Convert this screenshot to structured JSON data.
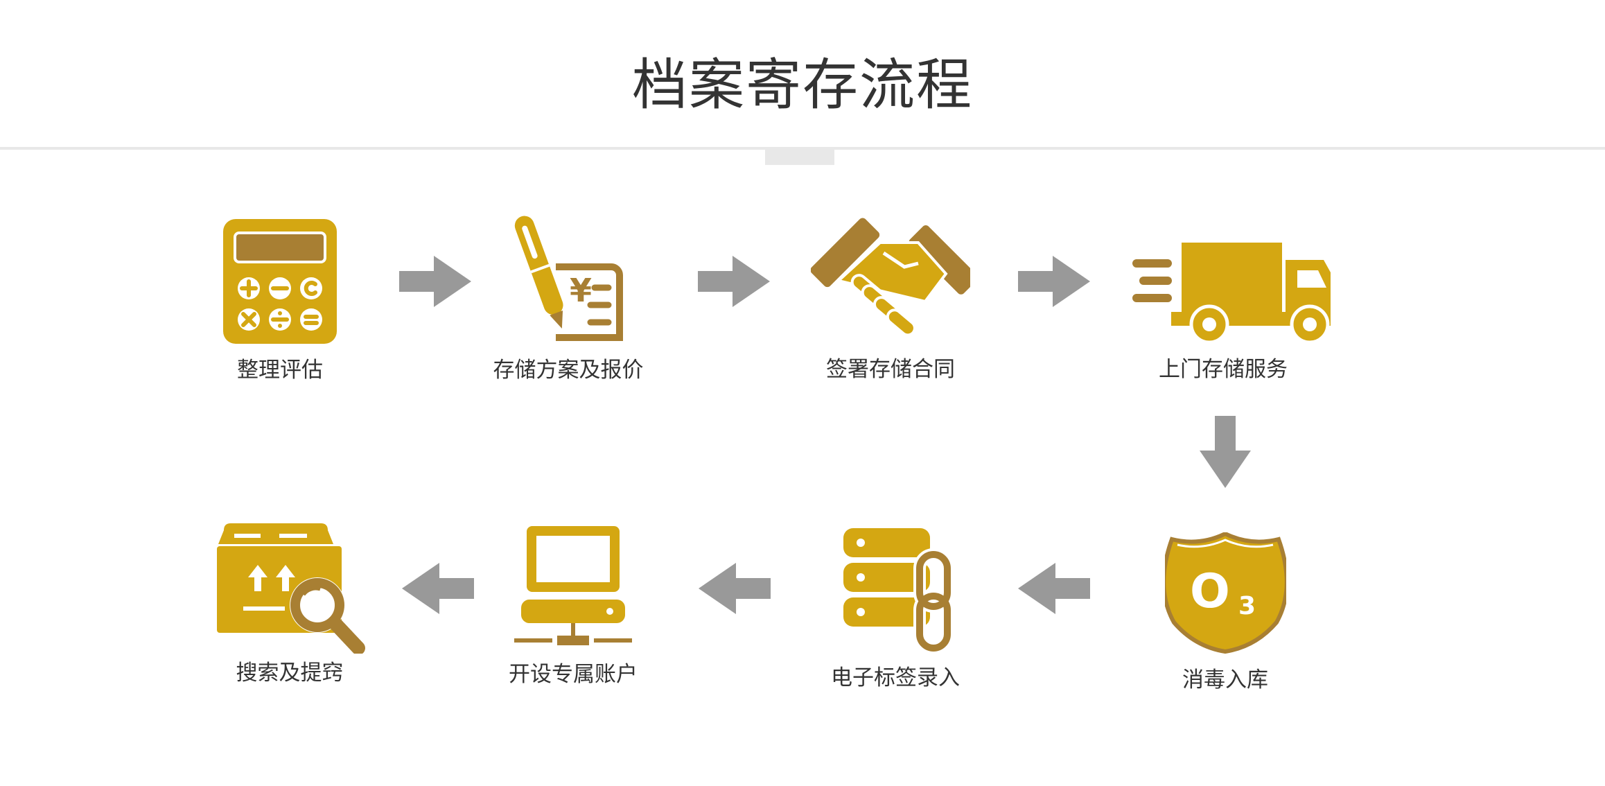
{
  "title": "档案寄存流程",
  "colors": {
    "gold": "#D4A712",
    "brown": "#A87F33",
    "arrow": "#999999",
    "text": "#333333"
  },
  "steps": [
    {
      "label": "整理评估",
      "icon": "calculator-icon"
    },
    {
      "label": "存储方案及报价",
      "icon": "pen-quote-icon"
    },
    {
      "label": "签署存储合同",
      "icon": "handshake-icon"
    },
    {
      "label": "上门存储服务",
      "icon": "truck-icon"
    },
    {
      "label": "消毒入库",
      "icon": "ozone-shield-icon",
      "badge": "O3"
    },
    {
      "label": "电子标签录入",
      "icon": "server-link-icon"
    },
    {
      "label": "开设专属账户",
      "icon": "computer-network-icon"
    },
    {
      "label": "搜索及提窍",
      "icon": "box-search-icon"
    }
  ],
  "quote_symbol": "¥"
}
